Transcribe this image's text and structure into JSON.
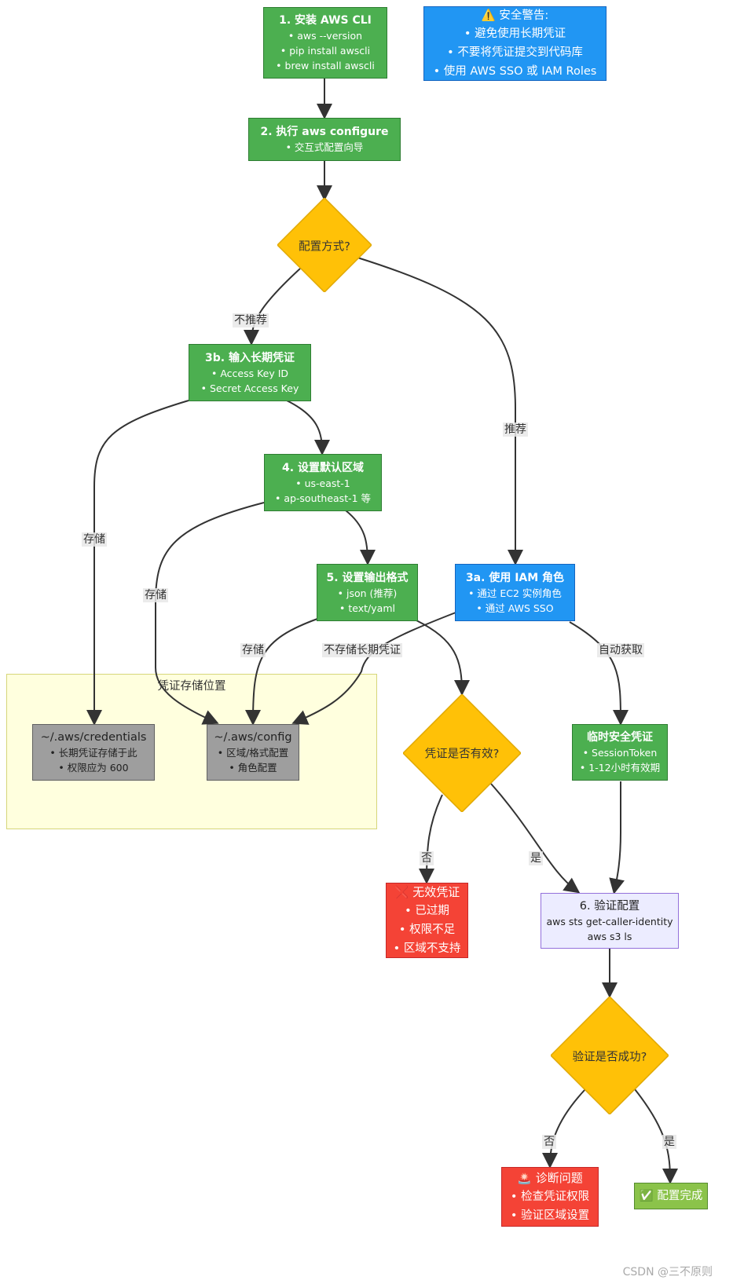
{
  "nodes": {
    "install": {
      "title": "1. 安装 AWS CLI",
      "lines": [
        "• aws --version",
        "• pip install awscli",
        "• brew install awscli"
      ]
    },
    "warning": {
      "title": "⚠️ 安全警告:",
      "lines": [
        "• 避免使用长期凭证",
        "• 不要将凭证提交到代码库",
        "• 使用 AWS SSO 或 IAM Roles"
      ]
    },
    "configure": {
      "title": "2. 执行 aws configure",
      "lines": [
        "• 交互式配置向导"
      ]
    },
    "method": {
      "label": "配置方式?"
    },
    "longterm": {
      "title": "3b. 输入长期凭证",
      "lines": [
        "• Access Key ID",
        "• Secret Access Key"
      ]
    },
    "region": {
      "title": "4. 设置默认区域",
      "lines": [
        "• us-east-1",
        "• ap-southeast-1 等"
      ]
    },
    "output": {
      "title": "5. 设置输出格式",
      "lines": [
        "• json (推荐)",
        "• text/yaml"
      ]
    },
    "iam": {
      "title": "3a. 使用 IAM 角色",
      "lines": [
        "• 通过 EC2 实例角色",
        "• 通过 AWS SSO"
      ]
    },
    "credfile": {
      "title": "~/.aws/credentials",
      "lines": [
        "• 长期凭证存储于此",
        "• 权限应为 600"
      ]
    },
    "configfile": {
      "title": "~/.aws/config",
      "lines": [
        "• 区域/格式配置",
        "• 角色配置"
      ]
    },
    "tempcred": {
      "title": "临时安全凭证",
      "lines": [
        "• SessionToken",
        "• 1-12小时有效期"
      ]
    },
    "valid": {
      "label": "凭证是否有效?"
    },
    "invalid": {
      "title": "❌ 无效凭证",
      "lines": [
        "• 已过期",
        "• 权限不足",
        "• 区域不支持"
      ]
    },
    "verify": {
      "title": "6. 验证配置",
      "lines": [
        "aws sts get-caller-identity",
        "aws s3 ls"
      ]
    },
    "success": {
      "label": "验证是否成功?"
    },
    "diagnose": {
      "title": "🚨 诊断问题",
      "lines": [
        "• 检查凭证权限",
        "• 验证区域设置"
      ]
    },
    "done": {
      "title": "✅ 配置完成"
    }
  },
  "cluster": {
    "title": "凭证存储位置"
  },
  "edge_labels": {
    "not_recommended": "不推荐",
    "recommended": "推荐",
    "store1": "存储",
    "store2": "存储",
    "store3": "存储",
    "no_long_store": "不存储长期凭证",
    "auto_fetch": "自动获取",
    "no1": "否",
    "yes1": "是",
    "no2": "否",
    "yes2": "是"
  },
  "watermark": "CSDN @三不原则",
  "colors": {
    "green": "#4caf50",
    "blue": "#2196f3",
    "yellow": "#ffc107",
    "gray": "#9e9e9e",
    "red": "#f44336",
    "lavender": "#ececff",
    "cluster": "#ffffde"
  }
}
